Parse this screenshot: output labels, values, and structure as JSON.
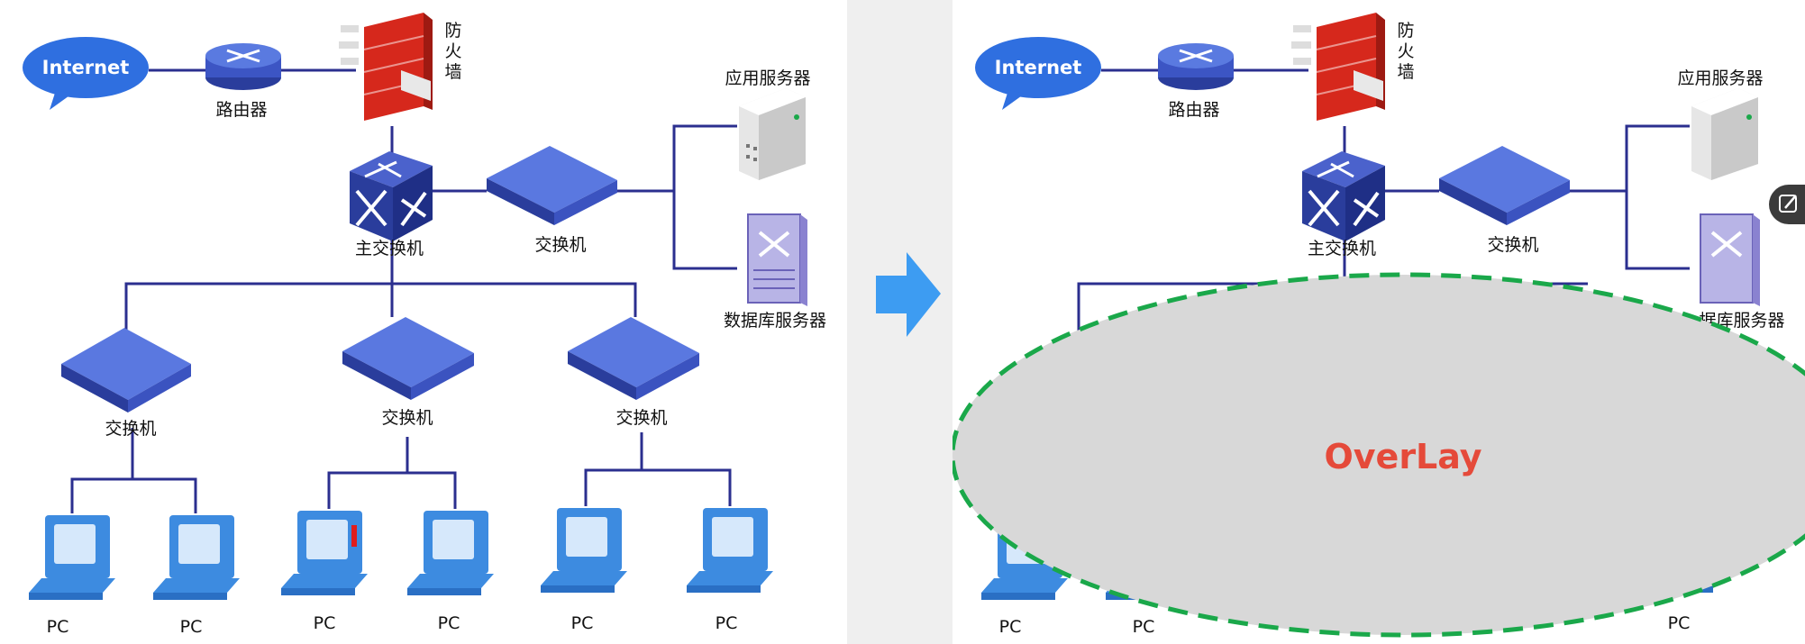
{
  "colors": {
    "link": "#2b2f8f",
    "device_blue": "#4f6fd6",
    "device_dark": "#2a3d9c",
    "firewall_red": "#d6281c",
    "arrow_blue": "#3d9cf2",
    "overlay_fill": "#d8d8d8",
    "overlay_border": "#1aa84a",
    "overlay_text": "#e54a3a"
  },
  "left": {
    "internet": "Internet",
    "router": "路由器",
    "firewall": [
      "防",
      "火",
      "墙"
    ],
    "app_server": "应用服务器",
    "db_server": "数据库服务器",
    "core_switch": "主交换机",
    "switch_right": "交换机",
    "switch_a": "交换机",
    "switch_b": "交换机",
    "switch_c": "交换机",
    "pcs": [
      "PC",
      "PC",
      "PC",
      "PC",
      "PC",
      "PC"
    ]
  },
  "right": {
    "internet": "Internet",
    "router": "路由器",
    "firewall": [
      "防",
      "火",
      "墙"
    ],
    "app_server": "应用服务器",
    "db_server": "据库服务器",
    "core_switch": "主交换机",
    "switch_right": "交换机",
    "pcs": [
      "PC",
      "PC",
      "PC"
    ],
    "overlay_label": "OverLay"
  },
  "icons": {
    "transition": "arrow-right-icon",
    "edit": "edit-icon"
  }
}
